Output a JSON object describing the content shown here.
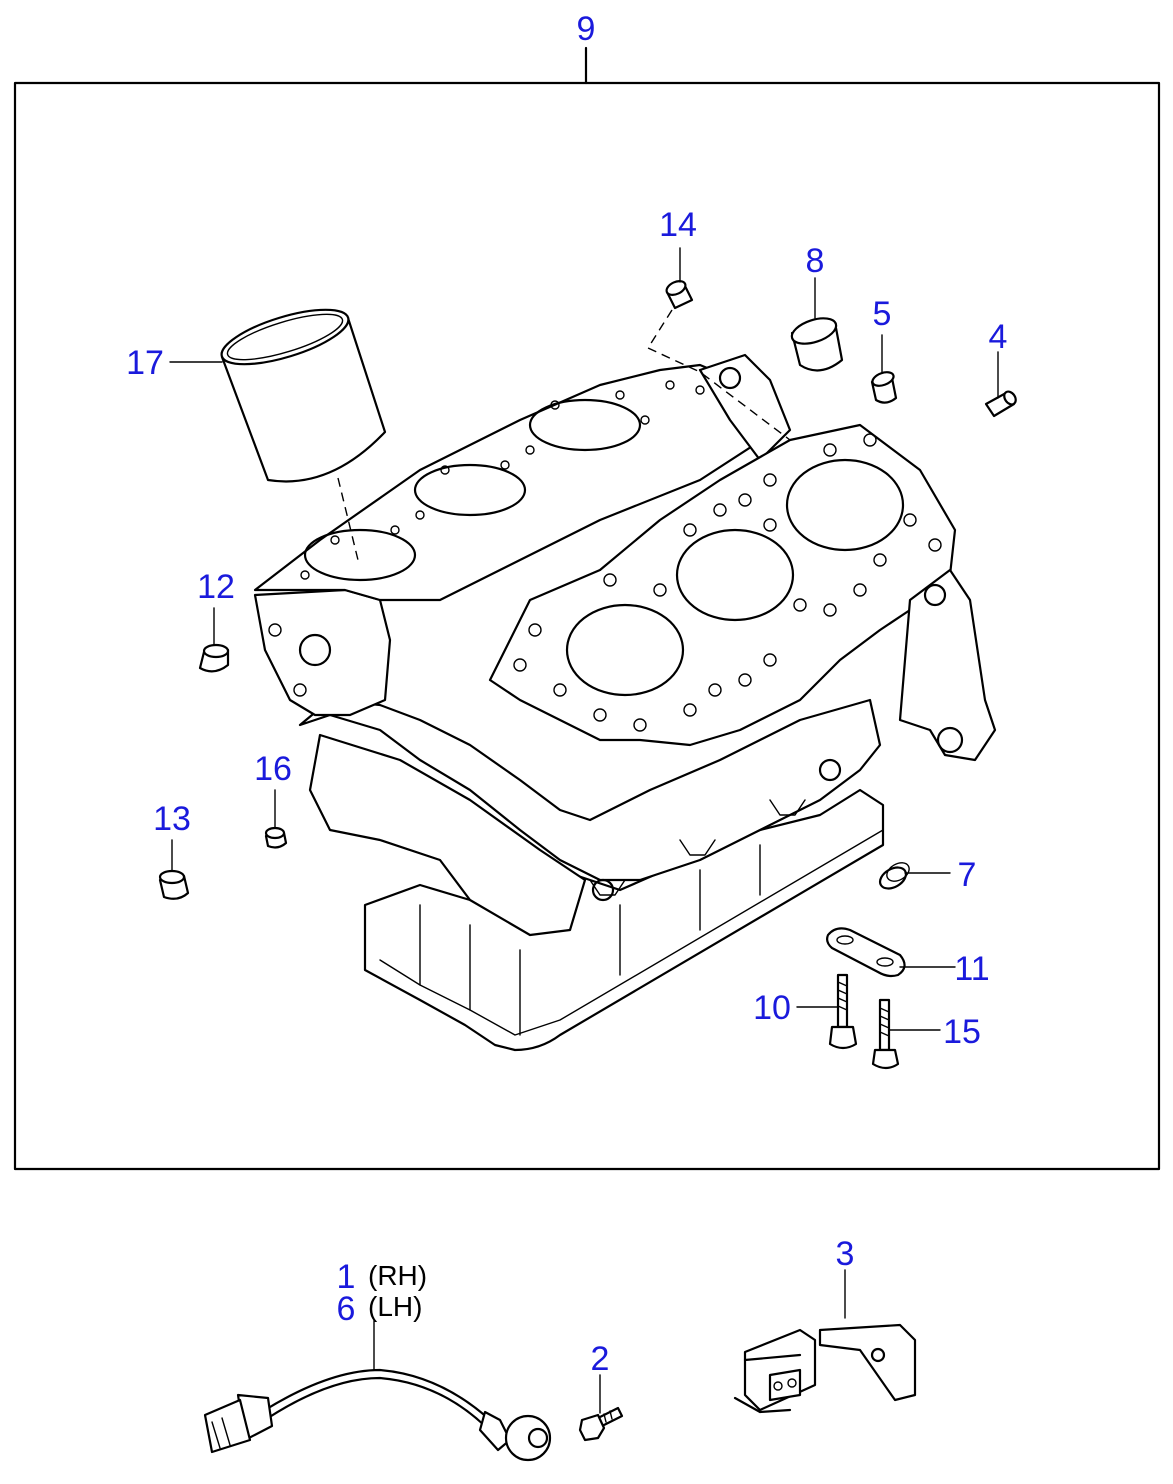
{
  "callouts": {
    "c1": "1",
    "c2": "2",
    "c3": "3",
    "c4": "4",
    "c5": "5",
    "c6": "6",
    "c7": "7",
    "c8": "8",
    "c9": "9",
    "c10": "10",
    "c11": "11",
    "c12": "12",
    "c13": "13",
    "c14": "14",
    "c15": "15",
    "c16": "16",
    "c17": "17"
  },
  "notes": {
    "rh": "(RH)",
    "lh": "(LH)"
  },
  "colors": {
    "callout": "#1a1adc",
    "line": "#000000",
    "background": "#ffffff"
  }
}
